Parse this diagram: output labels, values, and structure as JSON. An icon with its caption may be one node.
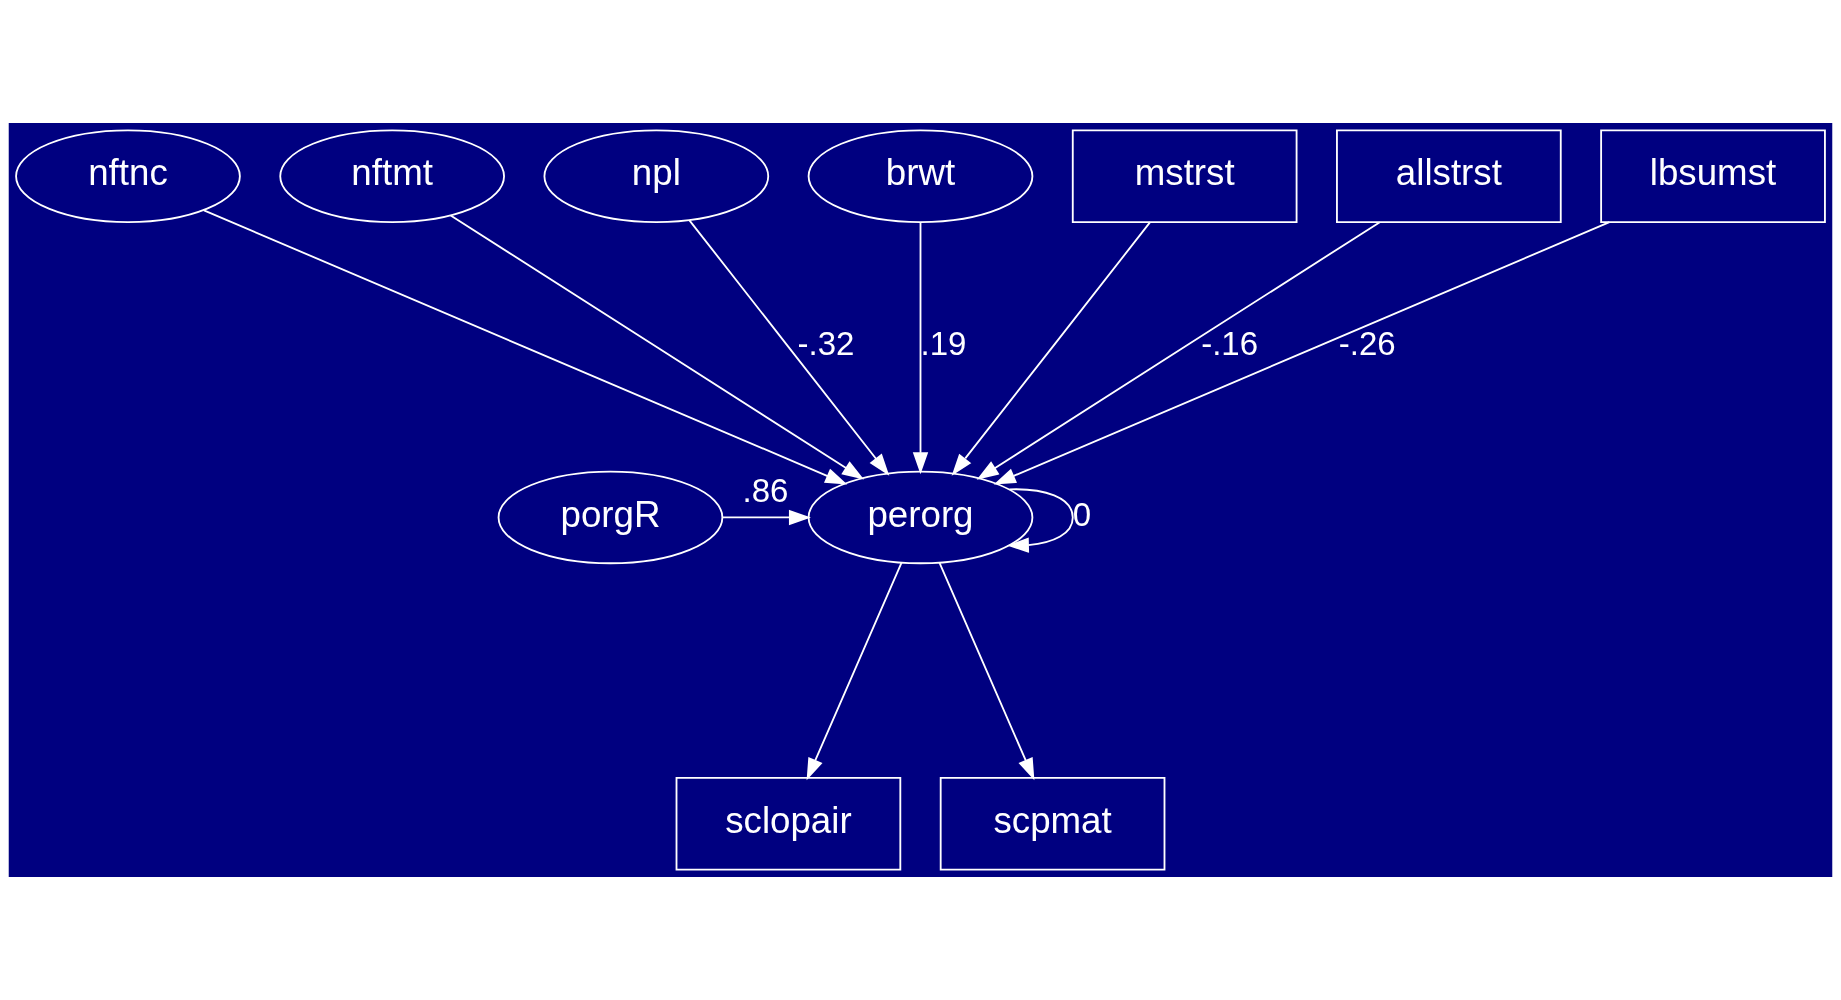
{
  "diagram": {
    "nodes": [
      {
        "text": [
          "nftnc"
        ]
      },
      {
        "text": [
          "nftmt"
        ]
      },
      {
        "text": [
          "npl"
        ]
      },
      {
        "text": [
          "brwt"
        ]
      },
      {
        "text": [
          "mstrst"
        ]
      },
      {
        "text": [
          "allstrst"
        ]
      },
      {
        "text": [
          "lbsumst"
        ]
      },
      {
        "text": [
          "perorg"
        ]
      },
      {
        "text": [
          "porgR"
        ]
      },
      {
        "text": [
          "sclopair"
        ]
      },
      {
        "text": [
          "scpmat"
        ]
      }
    ],
    "edges": [
      {
        "from": 0,
        "to": 7,
        "arrow": "to"
      },
      {
        "from": 1,
        "to": 7,
        "arrow": "to"
      },
      {
        "from": 2,
        "to": 7,
        "arrow": "to",
        "label": "-.32"
      },
      {
        "from": 3,
        "to": 7,
        "arrow": "to",
        "label": ".19"
      },
      {
        "from": 4,
        "to": 7,
        "arrow": "to"
      },
      {
        "from": 5,
        "to": 7,
        "arrow": "to",
        "label": "-.16"
      },
      {
        "from": 6,
        "to": 7,
        "arrow": "to",
        "label": "-.26"
      },
      {
        "from": 7,
        "to": 7,
        "arrow": "to",
        "label": "0"
      },
      {
        "from": 8,
        "to": 7,
        "arrow": "to",
        "label": ".86"
      },
      {
        "from": 7,
        "to": 9,
        "arrow": "to"
      },
      {
        "from": 7,
        "to": 10,
        "arrow": "to"
      }
    ]
  }
}
